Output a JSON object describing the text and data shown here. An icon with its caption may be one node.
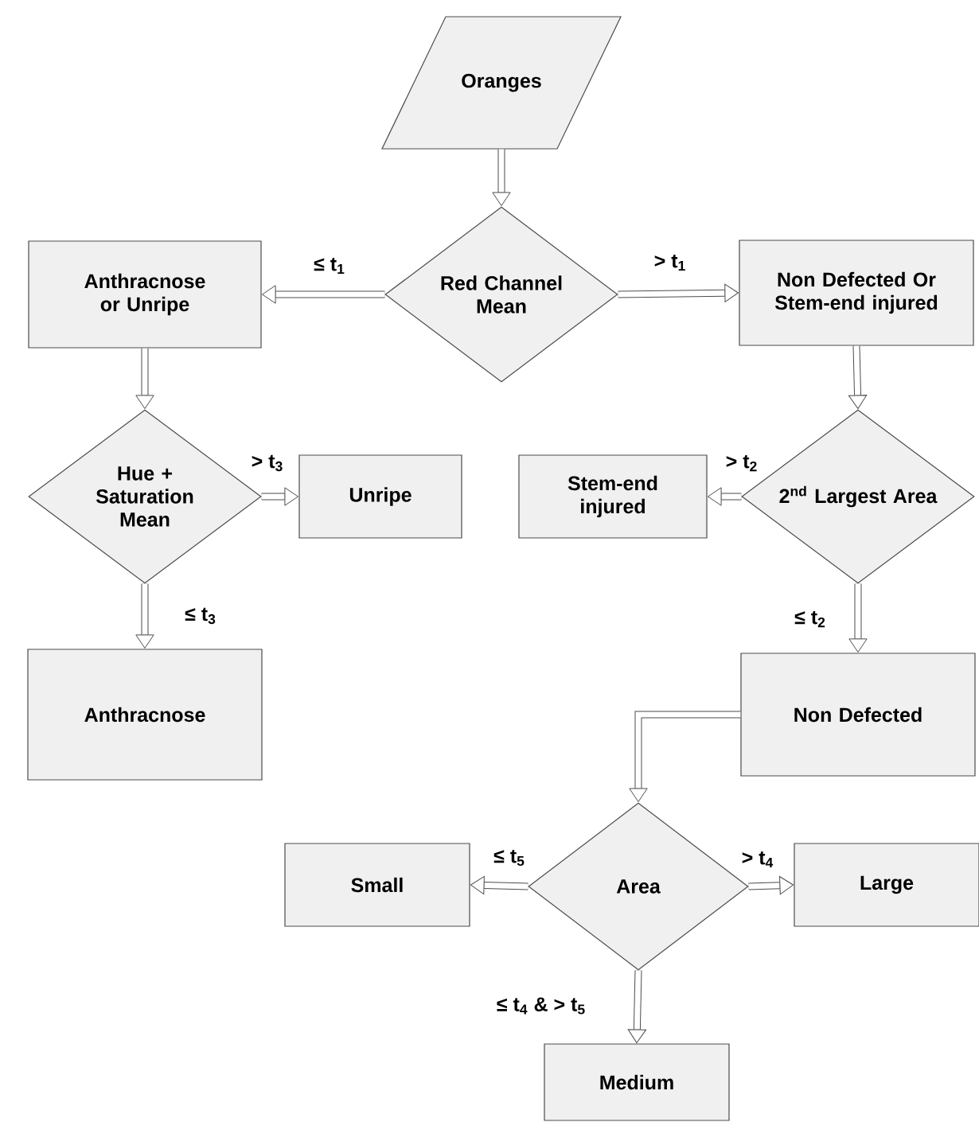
{
  "diagram": {
    "nodes": [
      {
        "text": [
          "Oranges"
        ]
      },
      {
        "text": [
          "Red Channel Mean"
        ]
      },
      {
        "text": [
          "Anthracnose or Unripe"
        ]
      },
      {
        "text": [
          "Non Defected Or Stem-end injured"
        ]
      },
      {
        "text": [
          "Hue + Saturation Mean"
        ]
      },
      {
        "text": [
          "Unripe"
        ]
      },
      {
        "text": [
          "Stem-end injured"
        ]
      },
      {
        "text": [
          "2$^{nd}$ Largest Area"
        ]
      },
      {
        "text": [
          "Anthracnose"
        ]
      },
      {
        "text": [
          "Non Defected"
        ]
      },
      {
        "text": [
          "Area"
        ]
      },
      {
        "text": [
          "Small"
        ]
      },
      {
        "text": [
          "Large"
        ]
      },
      {
        "text": [
          "Medium"
        ]
      }
    ],
    "edges": [
      {
        "from": 0,
        "to": 1,
        "arrow": "to"
      },
      {
        "from": 1,
        "to": 2,
        "arrow": "to",
        "label": "≤ t$_{1}$"
      },
      {
        "from": 1,
        "to": 3,
        "arrow": "to",
        "label": "> t$_{1}$"
      },
      {
        "from": 2,
        "to": 4,
        "arrow": "to"
      },
      {
        "from": 4,
        "to": 5,
        "arrow": "to",
        "label": "> t$_{3}$"
      },
      {
        "from": 4,
        "to": 8,
        "arrow": "to",
        "label": "≤ t$_{3}$"
      },
      {
        "from": 3,
        "to": 7,
        "arrow": "to"
      },
      {
        "from": 7,
        "to": 6,
        "arrow": "to",
        "label": "> t$_{2}$"
      },
      {
        "from": 7,
        "to": 9,
        "arrow": "to",
        "label": "≤ t$_{2}$"
      },
      {
        "from": 9,
        "to": 10,
        "arrow": "to"
      },
      {
        "from": 10,
        "to": 11,
        "arrow": "to",
        "label": "≤ t$_{5}$"
      },
      {
        "from": 10,
        "to": 12,
        "arrow": "to",
        "label": "> t$_{4}$"
      },
      {
        "from": 10,
        "to": 13,
        "arrow": "to",
        "label": "≤ t$_{4}$ & > t$_{5}$"
      }
    ]
  }
}
